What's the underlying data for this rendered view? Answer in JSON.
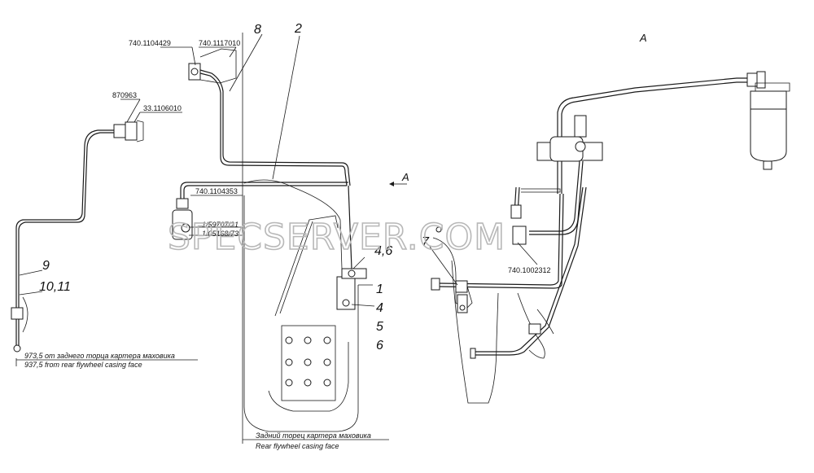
{
  "part_labels": {
    "p740_1104429": "740.1104429",
    "p740_1117010": "740.1117010",
    "p870963": "870963",
    "p33_1106010": "33.1106010",
    "p740_1104353": "740.1104353",
    "p1_59707_21": "1/59707/21",
    "p1_05168_73": "1/05168/73",
    "p740_1002312": "740.1002312"
  },
  "item_numbers": {
    "n8": "8",
    "n2": "2",
    "n9": "9",
    "n10_11": "10,11",
    "n4_6": "4,6",
    "n1": "1",
    "n4": "4",
    "n5": "5",
    "n6": "6",
    "n7": "7"
  },
  "view": {
    "title": "A",
    "arrow_label": "A"
  },
  "notes": {
    "distance_ru": "973,5 от заднего торца картера маховика",
    "distance_en": "937,5 from rear flywheel casing face",
    "face_ru": "Задний торец картера маховика",
    "face_en": "Rear flywheel casing face"
  },
  "watermark": "SPECSERVER.COM"
}
